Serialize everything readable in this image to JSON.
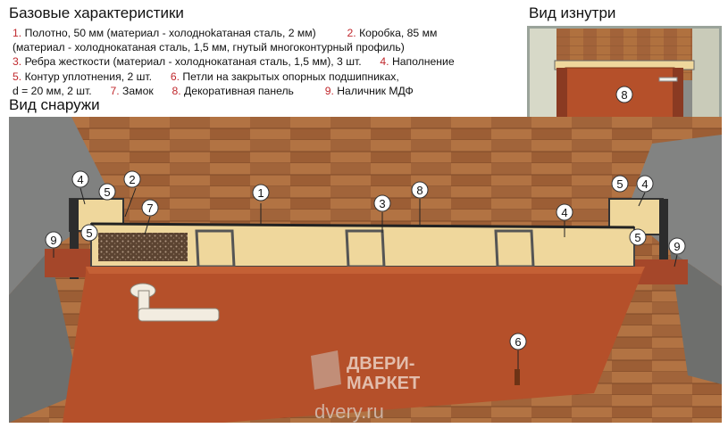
{
  "headings": {
    "specs": "Базовые характеристики",
    "inside": "Вид изнутри",
    "outside": "Вид снаружи"
  },
  "specs": [
    {
      "num": "1.",
      "text": "Полотно, 50 мм (материал - холодноkатаная сталь, 2 мм)"
    },
    {
      "num": "2.",
      "text": "Коробка, 85 мм"
    },
    {
      "num": "",
      "text": "(материал - холоднокатаная сталь, 1,5 мм, гнутый многоконтурный профиль)"
    },
    {
      "num": "3.",
      "text": "Ребра жесткости (материал - холоднокатаная сталь, 1,5 мм), 3 шт."
    },
    {
      "num": "4.",
      "text": "Наполнение"
    },
    {
      "num": "5.",
      "text": "Контур уплотнения, 2 шт."
    },
    {
      "num": "6.",
      "text": "Петли на закрытых опорных подшипниках,"
    },
    {
      "num": "",
      "text": "d = 20 мм, 2 шт."
    },
    {
      "num": "7.",
      "text": "Замок"
    },
    {
      "num": "8.",
      "text": "Декоративная панель"
    },
    {
      "num": "9.",
      "text": "Наличник МДФ"
    }
  ],
  "callouts": {
    "c1": "1",
    "c2": "2",
    "c3": "3",
    "c4a": "4",
    "c4b": "4",
    "c4c": "4",
    "c5a": "5",
    "c5b": "5",
    "c5c": "5",
    "c5d": "5",
    "c6": "6",
    "c7": "7",
    "c8a": "8",
    "c8b": "8",
    "c9a": "9",
    "c9b": "9"
  },
  "brand": {
    "line1": "ДВЕРИ-",
    "line2": "МАРКЕТ",
    "url": "dvery.ru"
  },
  "colors": {
    "door": "#b5502a",
    "floor": "#a8683a",
    "wall": "#7d7e7c",
    "filler": "#efd79c",
    "callout_red": "#c0282d"
  }
}
